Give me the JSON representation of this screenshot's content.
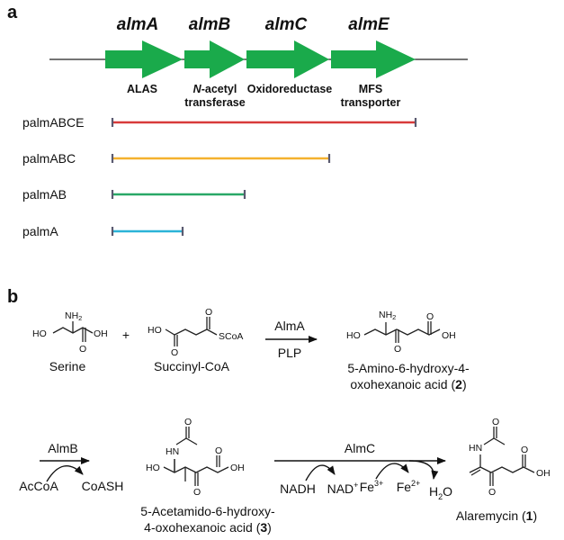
{
  "panels": {
    "a": "a",
    "b": "b"
  },
  "colors": {
    "arrow_green": "#1aaa4b",
    "palmABCE": "#d83a3a",
    "palmABC": "#f4b12e",
    "palmAB": "#29a867",
    "palmA": "#2bb4d8",
    "tick": "#5a5a70"
  },
  "genes": [
    {
      "name": "almA",
      "function_lines": [
        "ALAS"
      ]
    },
    {
      "name": "almB",
      "function_lines": [
        "N-acetyl",
        "transferase"
      ]
    },
    {
      "name": "almC",
      "function_lines": [
        "Oxidoreductase"
      ]
    },
    {
      "name": "almE",
      "function_lines": [
        "MFS",
        "transporter"
      ]
    }
  ],
  "constructs": [
    {
      "name": "palmABCE",
      "color": "#d83a3a",
      "spans": 4
    },
    {
      "name": "palmABC",
      "color": "#f4b12e",
      "spans": 3
    },
    {
      "name": "palmAB",
      "color": "#29a867",
      "spans": 2
    },
    {
      "name": "palmA",
      "color": "#2bb4d8",
      "spans": 1
    }
  ],
  "reaction1": {
    "serine": "Serine",
    "plus": "+",
    "succinyl": "Succinyl-CoA",
    "enzyme": "AlmA",
    "cofactor": "PLP",
    "product_line1": "5-Amino-6-hydroxy-4-",
    "product_line2_pre": "oxohexanoic acid (",
    "product_num": "2",
    "product_line2_post": ")"
  },
  "reaction2": {
    "enzyme_b": "AlmB",
    "acoa": "AcCoA",
    "coash": "CoASH",
    "product_line1": "5-Acetamido-6-hydroxy-",
    "product_line2_pre": "4-oxohexanoic acid (",
    "product_num": "3",
    "product_line2_post": ")",
    "enzyme_c": "AlmC",
    "nadh": "NADH",
    "nad": "NAD",
    "nad_sup": "+",
    "fe3": "Fe",
    "fe3_sup": "3+",
    "fe2": "Fe",
    "fe2_sup": "2+",
    "h2o_h": "H",
    "h2o_sub": "2",
    "h2o_o": "O",
    "final_pre": "Alaremycin (",
    "final_num": "1",
    "final_post": ")"
  },
  "atoms": {
    "HO": "HO",
    "OH": "OH",
    "O": "O",
    "NH": "NH",
    "N": "N",
    "H": "H",
    "NH2": "NH",
    "NH2_sub": "2",
    "SCoA": "SCoA"
  }
}
